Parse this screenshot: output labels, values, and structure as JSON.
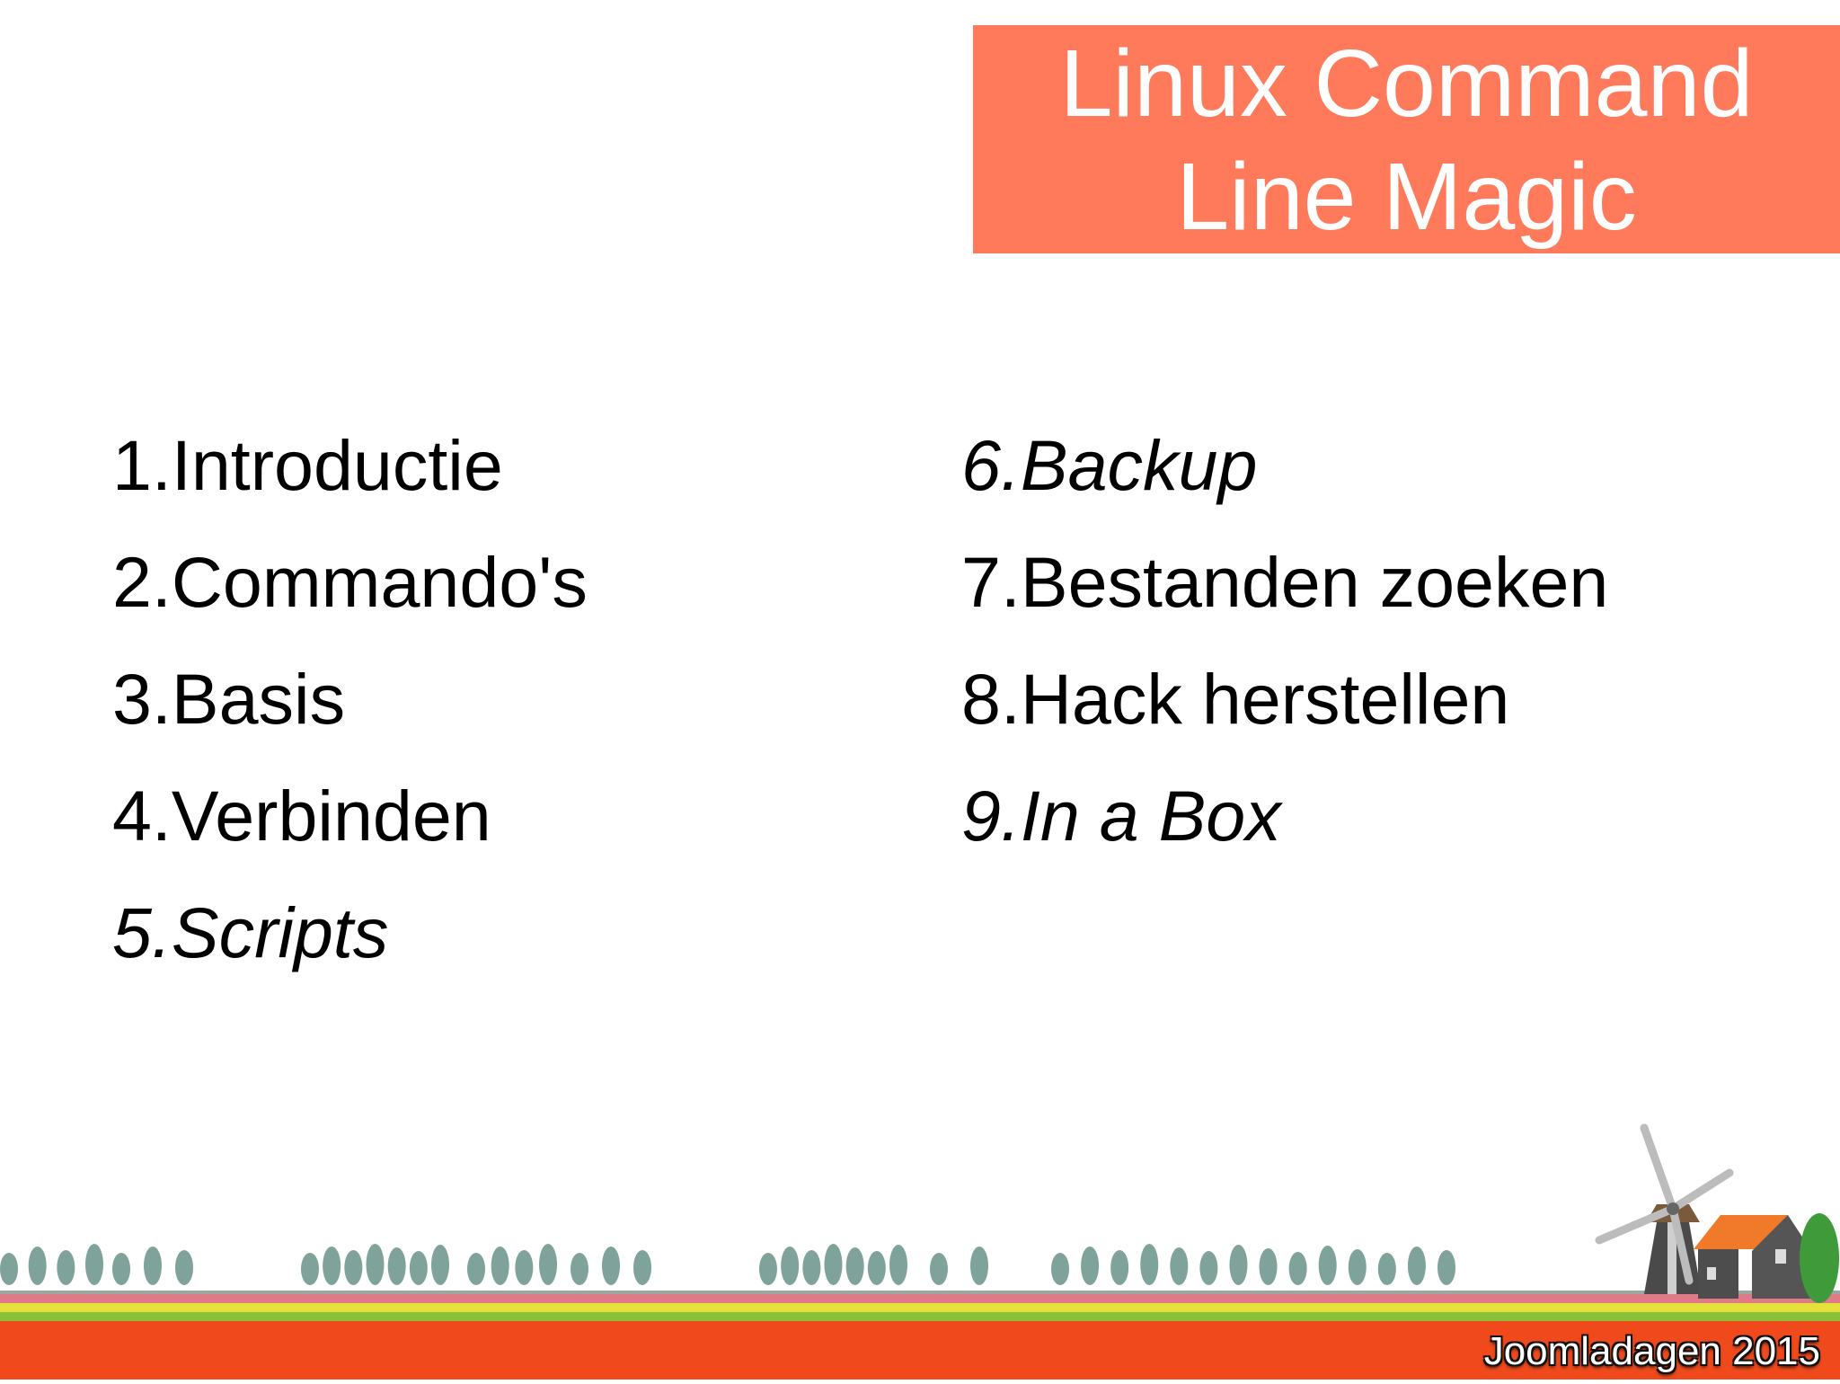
{
  "title": {
    "line1": "Linux Command",
    "line2": "Line Magic"
  },
  "agenda": {
    "left": [
      {
        "label": "1.Introductie",
        "italic": false
      },
      {
        "label": "2.Commando's",
        "italic": false
      },
      {
        "label": "3.Basis",
        "italic": false
      },
      {
        "label": "4.Verbinden",
        "italic": false
      },
      {
        "label": "5.Scripts",
        "italic": true
      }
    ],
    "right": [
      {
        "label": "6.Backup",
        "italic": true
      },
      {
        "label": "7.Bestanden zoeken",
        "italic": false
      },
      {
        "label": "8.Hack herstellen",
        "italic": false
      },
      {
        "label": "9.In a Box",
        "italic": true
      }
    ]
  },
  "footer": {
    "event": "Joomladagen 2015"
  },
  "colors": {
    "title_background": "#ff7a5a",
    "title_text": "#ffffff",
    "tulip_field": "#f04a1c",
    "trees": "#7fa39a",
    "house_roof": "#f07a2a",
    "windmill": "#4a4a4a"
  },
  "icons": [
    "tree-icon",
    "windmill-icon",
    "house-icon",
    "tulip-field"
  ]
}
